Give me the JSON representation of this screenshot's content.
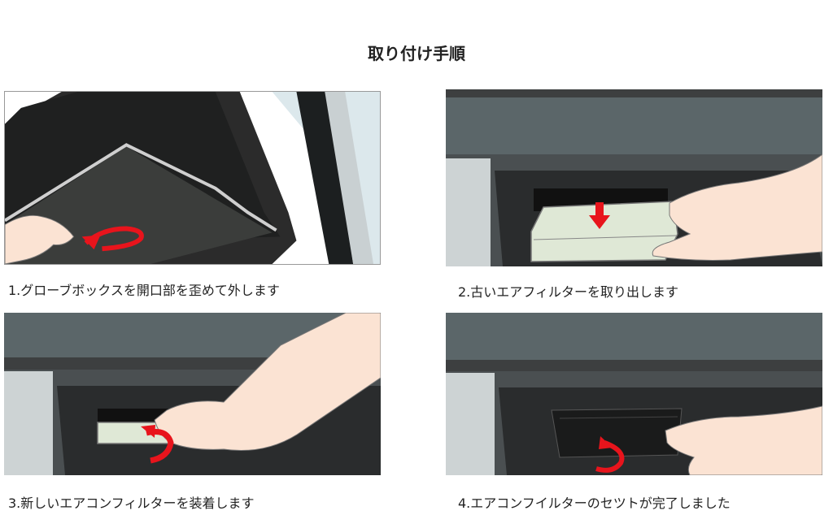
{
  "title": "取り付け手順",
  "steps": [
    {
      "caption": "1.グローブボックスを開口部を歪めて外します"
    },
    {
      "caption": "2.古いエアフィルターを取り出します"
    },
    {
      "caption": "3.新しいエアコンフィルターを装着します"
    },
    {
      "caption": "4.エアコンフイルターのセツトが完了しました"
    }
  ],
  "colors": {
    "dashboard_dark": "#3a3a3a",
    "dashboard_gray": "#5a6366",
    "glovebox_gray": "#4d5558",
    "filter_fill": "#dfe8d6",
    "skin": "#fbe3d3",
    "arrow_red": "#e8141c"
  }
}
